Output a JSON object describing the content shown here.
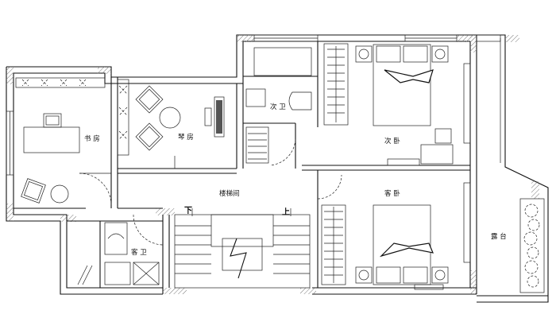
{
  "rooms": {
    "study": "书 房",
    "piano_room": "琴 房",
    "second_bath": "次 卫",
    "second_bedroom": "次 卧",
    "stairwell": "楼梯间",
    "guest_bedroom": "客 卧",
    "guest_bath": "客 卫",
    "terrace": "露 台"
  },
  "stairs": {
    "down": "下",
    "up": "上"
  },
  "style": {
    "line": "#111111",
    "hatch": "#777777",
    "wall_fill": "#ffffff"
  }
}
